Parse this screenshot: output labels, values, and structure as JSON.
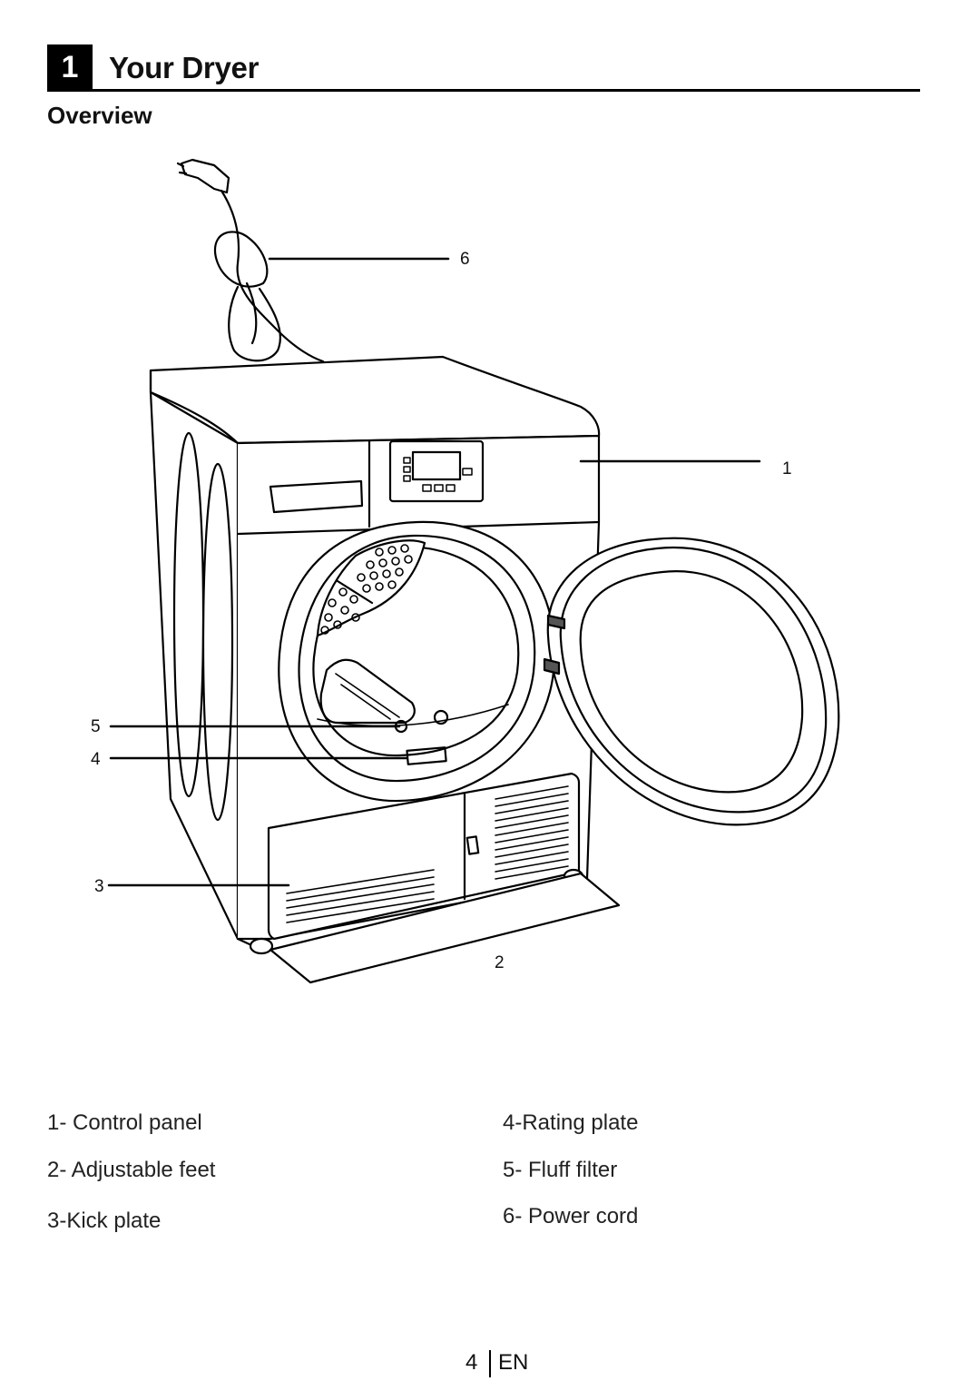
{
  "header": {
    "chapter_number": "1",
    "chapter_title": "Your Dryer",
    "section_title": "Overview"
  },
  "callouts": [
    "1",
    "2",
    "3",
    "4",
    "5",
    "6"
  ],
  "legend": {
    "left": [
      "1- Control panel",
      "2- Adjustable feet",
      "3-Kick plate"
    ],
    "right": [
      "4-Rating plate",
      "5- Fluff filter",
      "6- Power cord"
    ]
  },
  "footer": {
    "page_number": "4",
    "language": "EN"
  }
}
